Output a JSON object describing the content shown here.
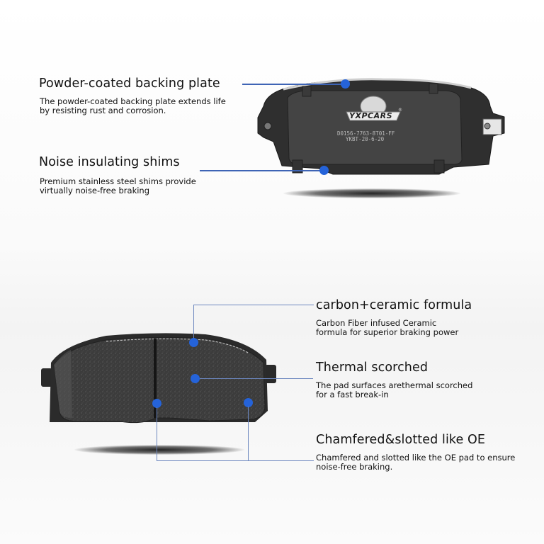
{
  "features": [
    {
      "title": "Powder-coated backing plate",
      "description_lines": [
        "The powder-coated backing plate extends life",
        "by resisting rust and corrosion."
      ]
    },
    {
      "title": "Noise insulating shims",
      "description_lines": [
        "Premium stainless steel shims provide",
        "virtually noise-free braking"
      ]
    },
    {
      "title": "carbon+ceramic formula",
      "description_lines": [
        "Carbon Fiber infused Ceramic",
        "formula for superior braking power"
      ]
    },
    {
      "title": "Thermal scorched",
      "description_lines": [
        "The pad surfaces arethermal scorched",
        "for a fast break-in"
      ]
    },
    {
      "title": "Chamfered&slotted like OE",
      "description_lines": [
        "Chamfered and slotted like the OE pad to ensure",
        "noise-free braking."
      ]
    }
  ],
  "backing_plate": {
    "brand": "YXPCARS",
    "registered_mark": "®",
    "part_code_lines": [
      "D0156-7763-8T01-FF",
      "YKBT-20-6-20"
    ]
  },
  "colors": {
    "accent_dot": "#2563d9",
    "leader_line": "#3e64b5",
    "text": "#111111",
    "pad_dark": "#3a3a3a"
  }
}
